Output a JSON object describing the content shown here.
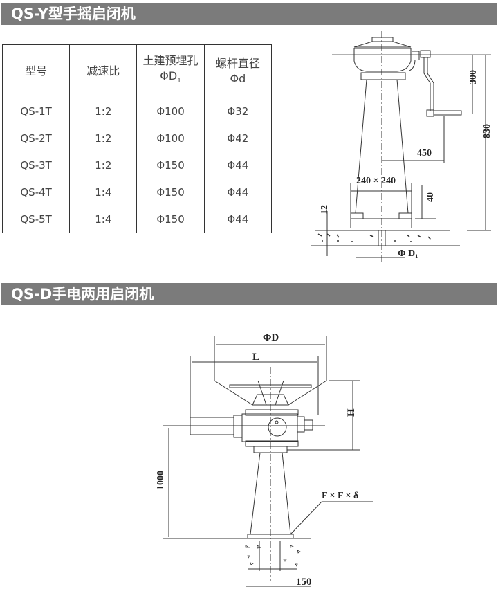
{
  "section1": {
    "title": "QS-Y型手摇启闭机"
  },
  "table": {
    "headers": [
      "型号",
      "减速比",
      "土建预埋孔",
      "螺杆直径"
    ],
    "header_symbols": [
      "",
      "",
      "ΦD",
      "Φd"
    ],
    "header_sub": "1",
    "rows": [
      [
        "QS-1T",
        "1:2",
        "Φ100",
        "Φ32"
      ],
      [
        "QS-2T",
        "1:2",
        "Φ100",
        "Φ42"
      ],
      [
        "QS-3T",
        "1:2",
        "Φ150",
        "Φ44"
      ],
      [
        "QS-4T",
        "1:4",
        "Φ150",
        "Φ44"
      ],
      [
        "QS-5T",
        "1:4",
        "Φ150",
        "Φ44"
      ]
    ]
  },
  "drawing1": {
    "dim_300": "300",
    "dim_830": "830",
    "dim_450": "450",
    "dim_base": "240 × 240",
    "dim_40": "40",
    "dim_12": "12",
    "dim_hole": "Φ D₁"
  },
  "section2": {
    "title": "QS-D手电两用启闭机"
  },
  "drawing2": {
    "dim_D": "ΦD",
    "dim_L": "L",
    "dim_H": "H",
    "dim_1000": "1000",
    "dim_plate": "F × F ×  δ",
    "dim_150": "150"
  }
}
